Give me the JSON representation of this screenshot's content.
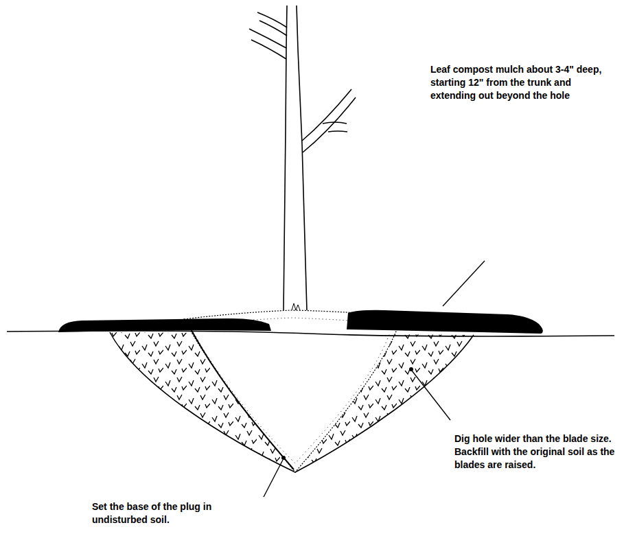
{
  "diagram": {
    "labels": [
      "Leaf compost mulch about 3-4\" deep, starting 12\" from the trunk and extending out beyond the hole",
      "Dig hole wider than the blade size. Backfill with the original soil as the blades are raised.",
      "Set the base of the plug in undisturbed soil."
    ]
  }
}
